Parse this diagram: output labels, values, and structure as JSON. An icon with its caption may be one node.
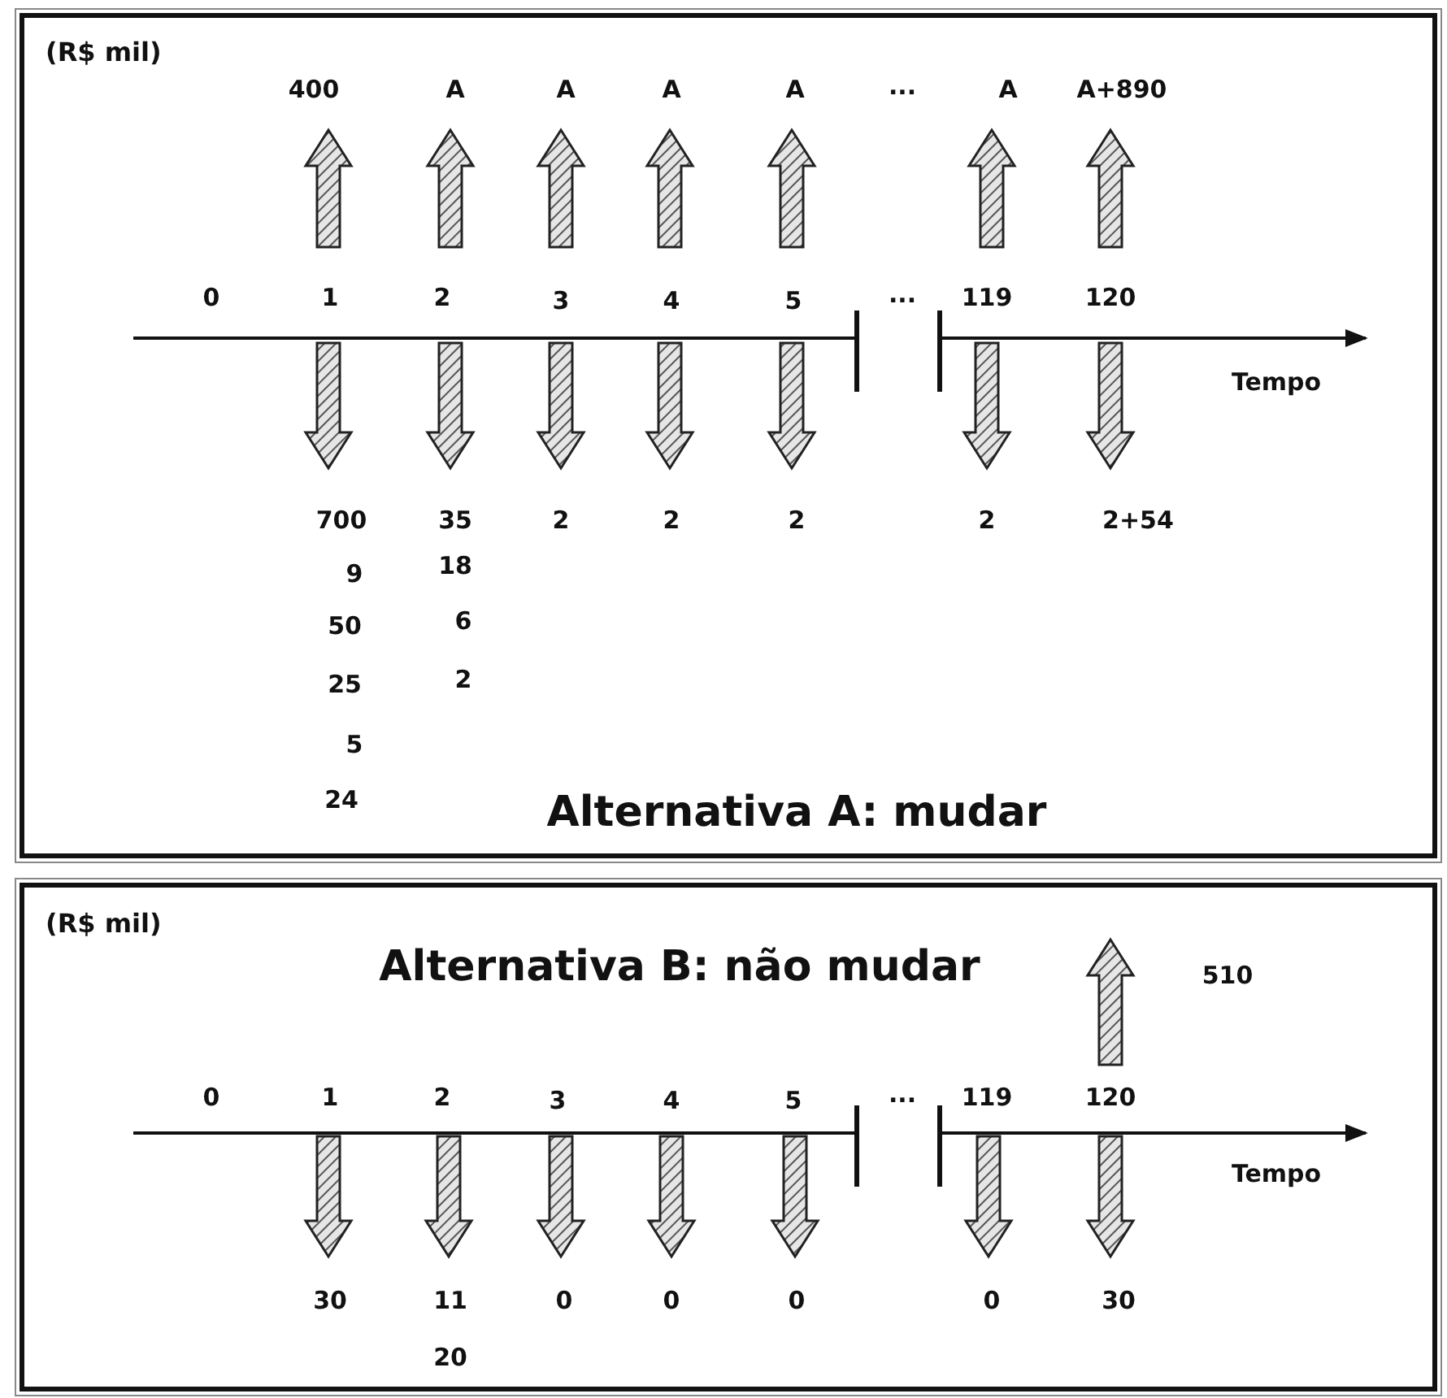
{
  "diagram": {
    "nodes": [
      {
        "text": [
          "Alternativa A: mudar"
        ]
      },
      {
        "text": [
          "Alternativa B: não mudar"
        ]
      }
    ],
    "labels": [
      "(R$ mil)",
      "400",
      "A",
      "A",
      "A",
      "A",
      "...",
      "A",
      "A+890",
      "0",
      "1",
      "2",
      "3",
      "4",
      "5",
      "...",
      "119",
      "120",
      "Tempo",
      "700",
      "35",
      "2",
      "2",
      "2",
      "2",
      "2+54",
      "9",
      "18",
      "50",
      "6",
      "25",
      "2",
      "5",
      "24",
      "(R$ mil)",
      "510",
      "0",
      "1",
      "2",
      "3",
      "4",
      "5",
      "...",
      "119",
      "120",
      "Tempo",
      "30",
      "11",
      "0",
      "0",
      "0",
      "0",
      "30",
      "20"
    ]
  }
}
